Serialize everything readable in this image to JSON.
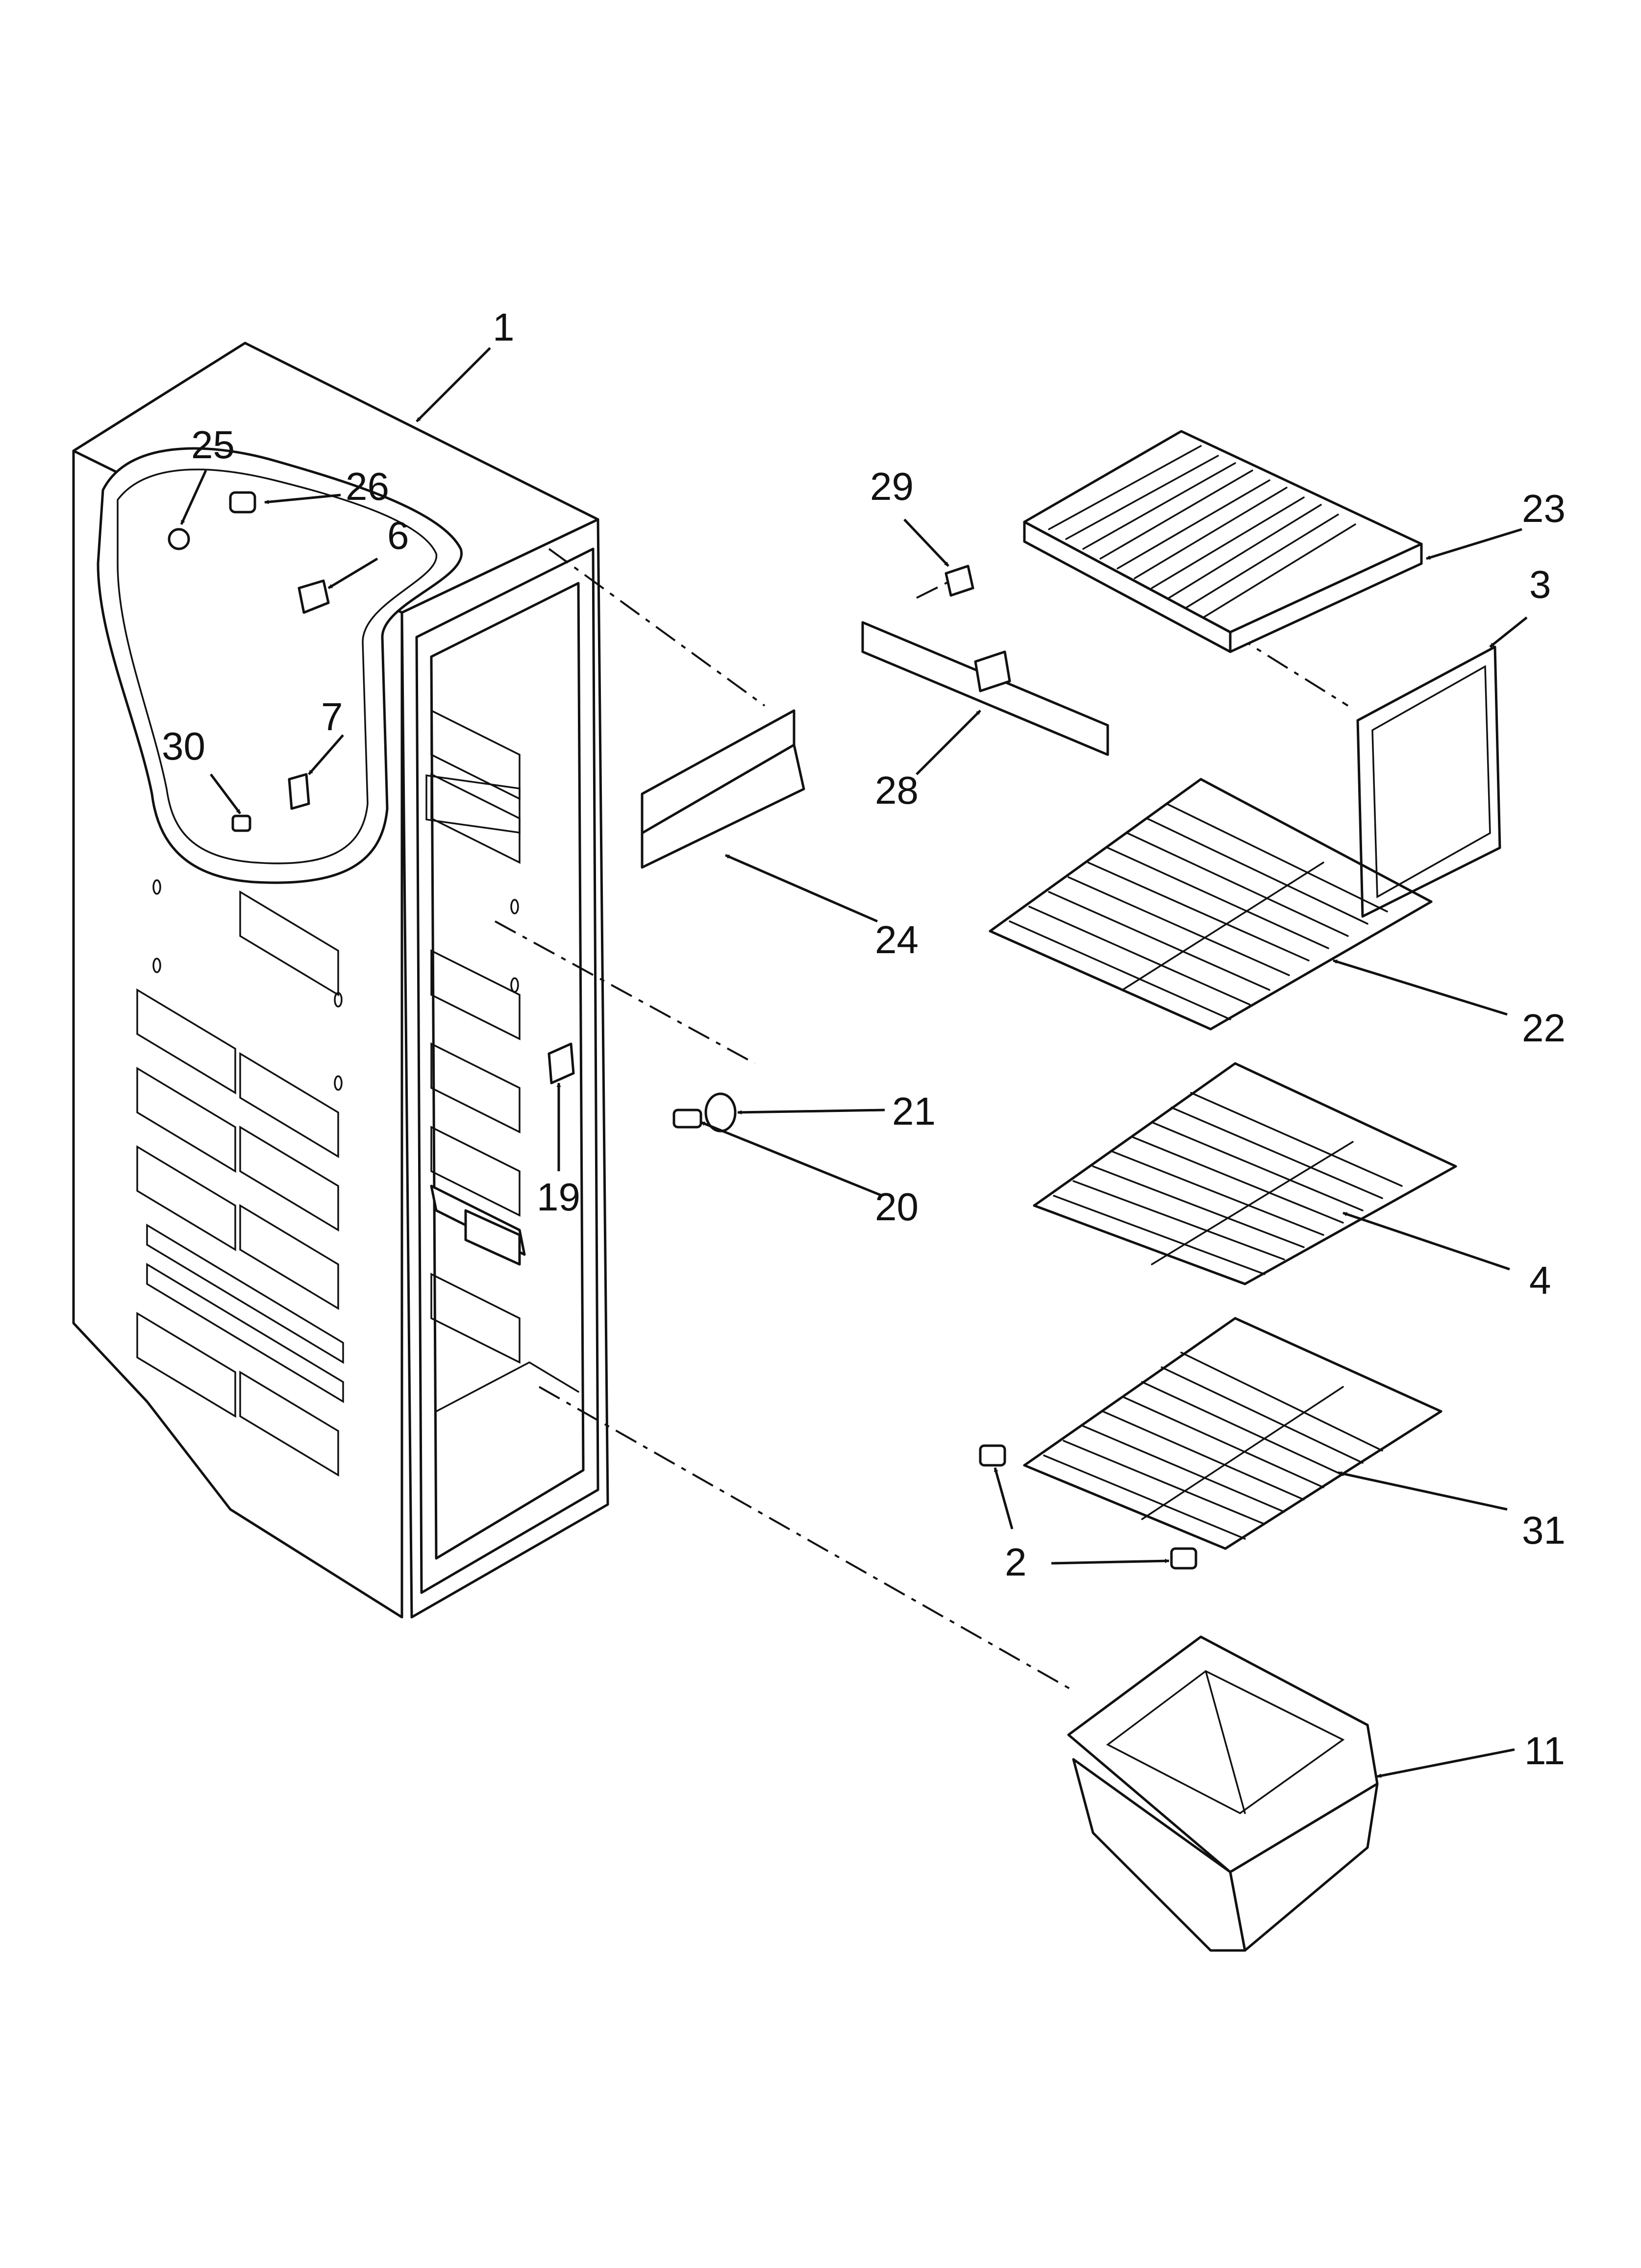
{
  "diagram": {
    "callouts": [
      "1",
      "25",
      "26",
      "6",
      "7",
      "30",
      "29",
      "23",
      "3",
      "28",
      "24",
      "22",
      "21",
      "20",
      "19",
      "4",
      "31",
      "2",
      "11"
    ]
  }
}
